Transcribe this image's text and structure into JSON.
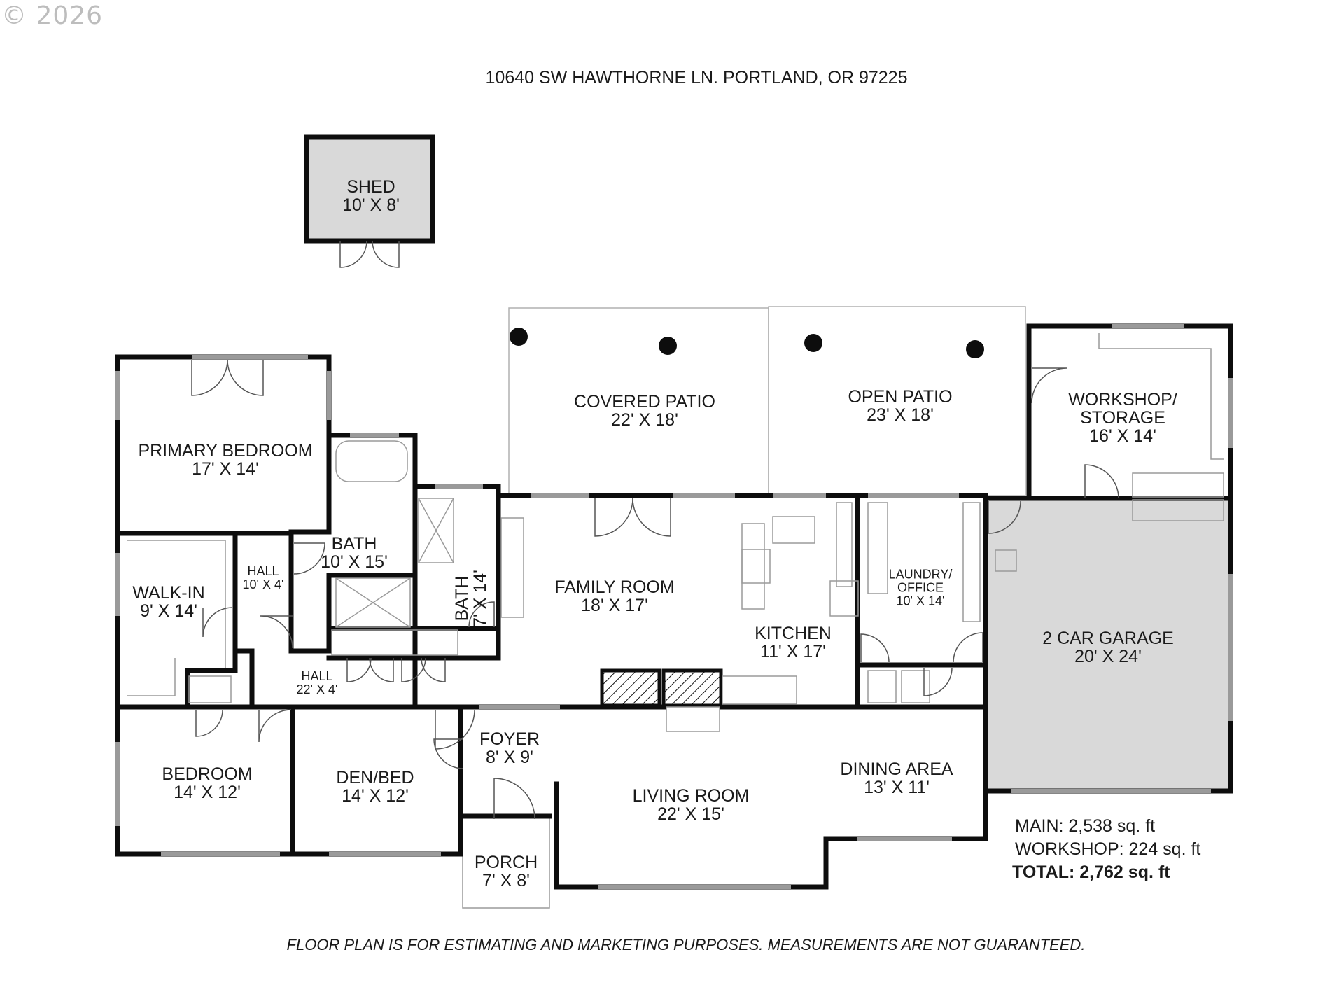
{
  "copyright": "© 2026",
  "address": "10640 SW HAWTHORNE LN. PORTLAND, OR 97225",
  "disclaimer": "FLOOR PLAN IS FOR ESTIMATING AND MARKETING PURPOSES. MEASUREMENTS ARE NOT GUARANTEED.",
  "totals": {
    "main": "MAIN: 2,538 sq. ft",
    "workshop": "WORKSHOP: 224 sq. ft",
    "total": "TOTAL: 2,762 sq. ft"
  },
  "rooms": {
    "shed": {
      "name": "SHED",
      "dims": "10' X 8'"
    },
    "covered_patio": {
      "name": "COVERED PATIO",
      "dims": "22' X 18'"
    },
    "open_patio": {
      "name": "OPEN PATIO",
      "dims": "23' X 18'"
    },
    "workshop": {
      "name": "WORKSHOP/",
      "name2": "STORAGE",
      "dims": "16' X 14'"
    },
    "primary_bedroom": {
      "name": "PRIMARY BEDROOM",
      "dims": "17' X 14'"
    },
    "bath_main": {
      "name": "BATH",
      "dims": "10' X 15'"
    },
    "bath_small": {
      "name": "BATH",
      "dims": "7' X 14'"
    },
    "hall_upper": {
      "name": "HALL",
      "dims": "10' X 4'"
    },
    "walk_in": {
      "name": "WALK-IN",
      "dims": "9' X 14'"
    },
    "family_room": {
      "name": "FAMILY ROOM",
      "dims": "18' X 17'"
    },
    "kitchen": {
      "name": "KITCHEN",
      "dims": "11' X 17'"
    },
    "laundry": {
      "name": "LAUNDRY/",
      "name2": "OFFICE",
      "dims": "10' X 14'"
    },
    "garage": {
      "name": "2 CAR GARAGE",
      "dims": "20' X 24'"
    },
    "hall_lower": {
      "name": "HALL",
      "dims": "22' X 4'"
    },
    "bedroom": {
      "name": "BEDROOM",
      "dims": "14' X 12'"
    },
    "den": {
      "name": "DEN/BED",
      "dims": "14' X 12'"
    },
    "foyer": {
      "name": "FOYER",
      "dims": "8' X 9'"
    },
    "living_room": {
      "name": "LIVING ROOM",
      "dims": "22' X 15'"
    },
    "dining_area": {
      "name": "DINING AREA",
      "dims": "13' X 11'"
    },
    "porch": {
      "name": "PORCH",
      "dims": "7' X 8'"
    }
  },
  "colors": {
    "wall": "#0d0d0d",
    "fill_gray": "#d9d9d9",
    "thin": "#9a9a9a"
  }
}
